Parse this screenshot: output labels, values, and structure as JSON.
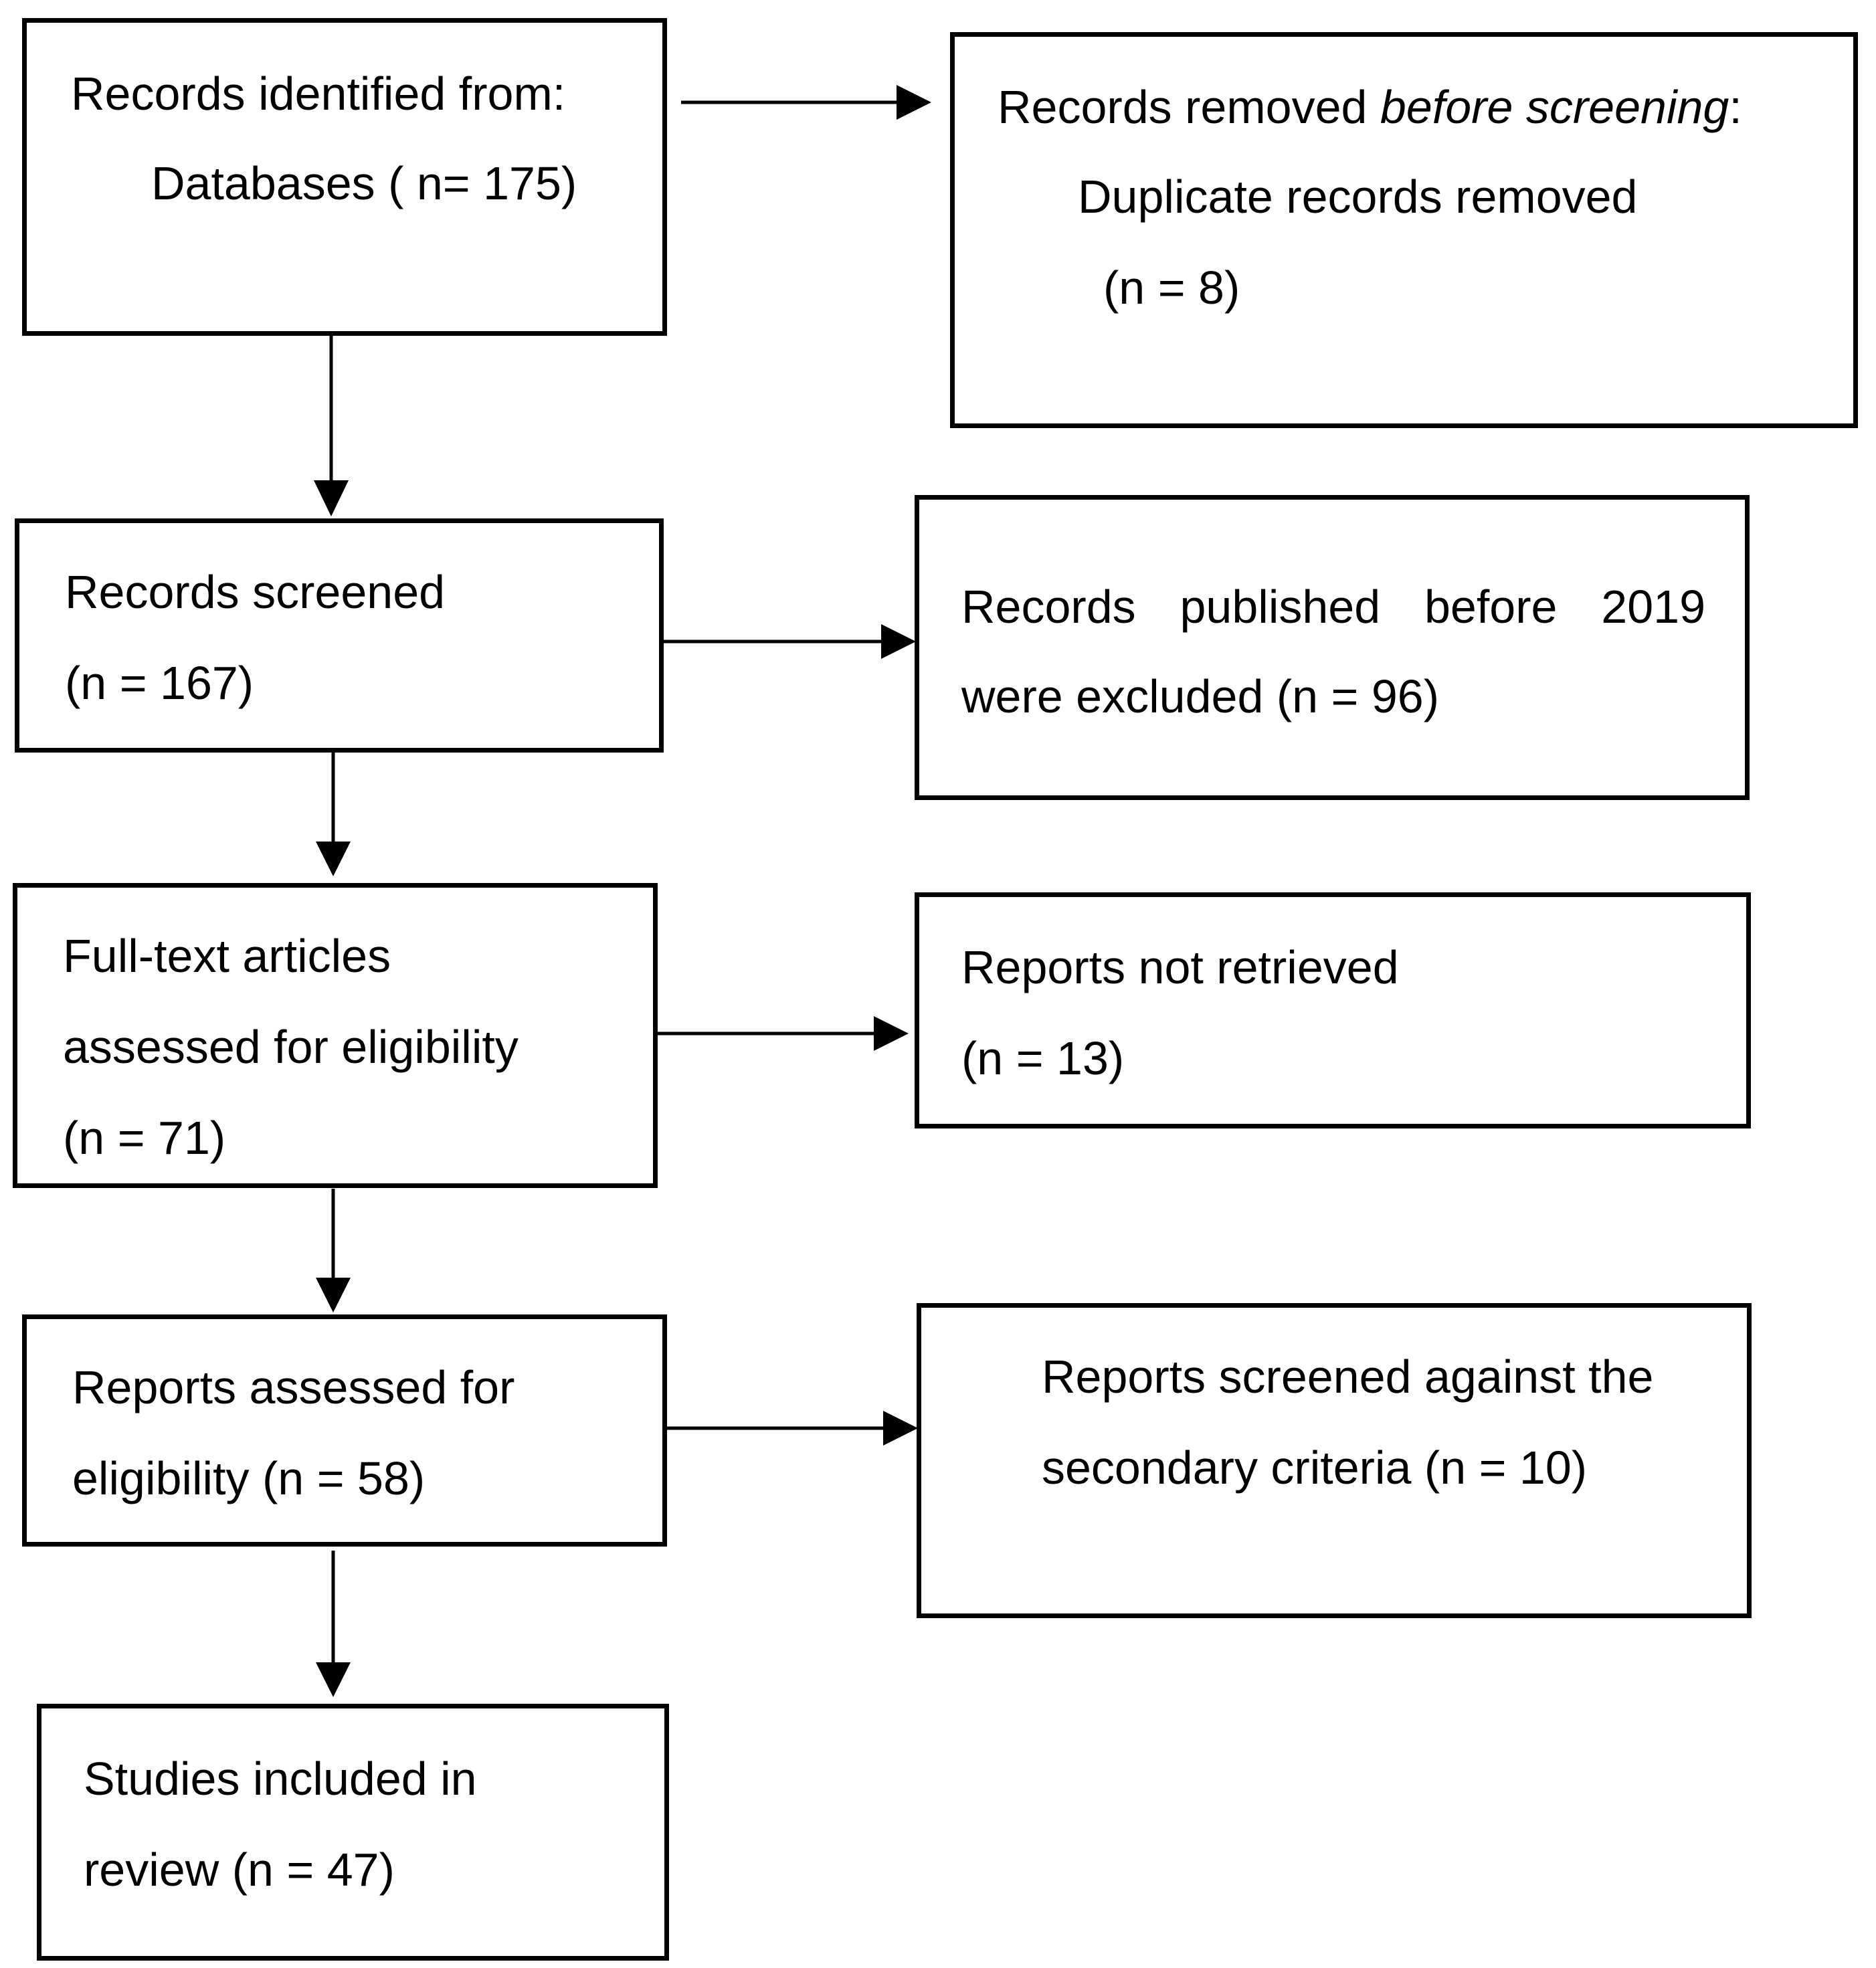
{
  "diagram": {
    "identification": {
      "line1": "Records identified from:",
      "line2": "Databases ( n= 175)"
    },
    "removed_before_screening": {
      "line1_prefix": "Records removed ",
      "line1_italic": "before screening",
      "line1_suffix": ":",
      "line2": "Duplicate records removed",
      "line3": "(n = 8)"
    },
    "screened": {
      "line1": "Records screened",
      "line2": "(n = 167)"
    },
    "excluded_before_2019": {
      "line1": "Records published before 2019",
      "line2": "were excluded (n = 96)"
    },
    "fulltext_assessed": {
      "line1": "Full-text articles",
      "line2": "assessed for eligibility",
      "line3": "(n = 71)"
    },
    "not_retrieved": {
      "line1": "Reports not retrieved",
      "line2": "(n = 13)"
    },
    "reports_assessed": {
      "line1": "Reports assessed for",
      "line2": "eligibility (n = 58)"
    },
    "secondary_criteria": {
      "line1": "Reports screened against the",
      "line2": "secondary criteria (n = 10)"
    },
    "included": {
      "line1": "Studies included in",
      "line2": "review (n = 47)"
    }
  }
}
